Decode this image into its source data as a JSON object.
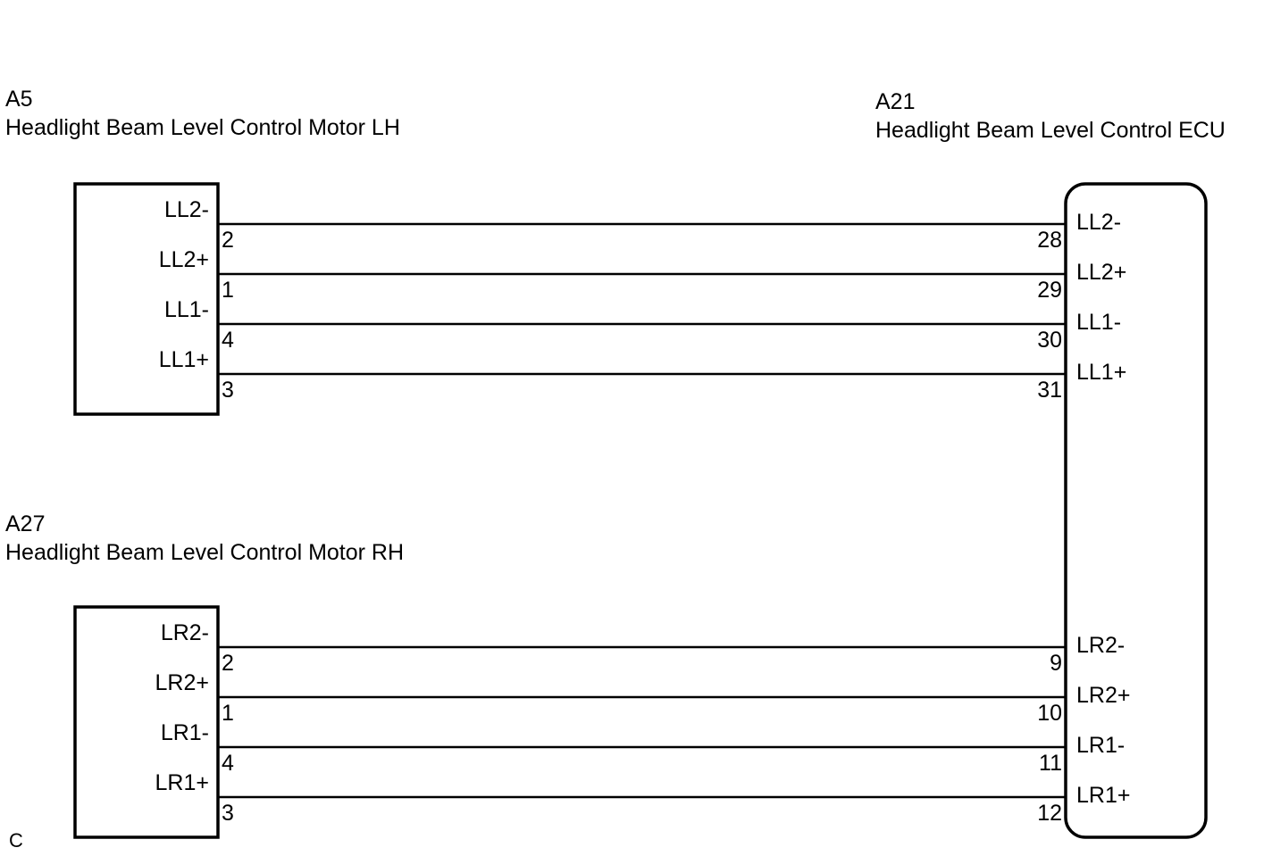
{
  "components": {
    "motor_lh": {
      "code": "A5",
      "name": "Headlight Beam Level Control Motor LH"
    },
    "ecu": {
      "code": "A21",
      "name": "Headlight Beam Level Control ECU"
    },
    "motor_rh": {
      "code": "A27",
      "name": "Headlight Beam Level Control Motor RH"
    }
  },
  "wires_lh": [
    {
      "motor_label": "LL2-",
      "motor_pin": "2",
      "ecu_pin": "28",
      "ecu_label": "LL2-"
    },
    {
      "motor_label": "LL2+",
      "motor_pin": "1",
      "ecu_pin": "29",
      "ecu_label": "LL2+"
    },
    {
      "motor_label": "LL1-",
      "motor_pin": "4",
      "ecu_pin": "30",
      "ecu_label": "LL1-"
    },
    {
      "motor_label": "LL1+",
      "motor_pin": "3",
      "ecu_pin": "31",
      "ecu_label": "LL1+"
    }
  ],
  "wires_rh": [
    {
      "motor_label": "LR2-",
      "motor_pin": "2",
      "ecu_pin": "9",
      "ecu_label": "LR2-"
    },
    {
      "motor_label": "LR2+",
      "motor_pin": "1",
      "ecu_pin": "10",
      "ecu_label": "LR2+"
    },
    {
      "motor_label": "LR1-",
      "motor_pin": "4",
      "ecu_pin": "11",
      "ecu_label": "LR1-"
    },
    {
      "motor_label": "LR1+",
      "motor_pin": "3",
      "ecu_pin": "12",
      "ecu_label": "LR1+"
    }
  ],
  "corner_mark": "C"
}
